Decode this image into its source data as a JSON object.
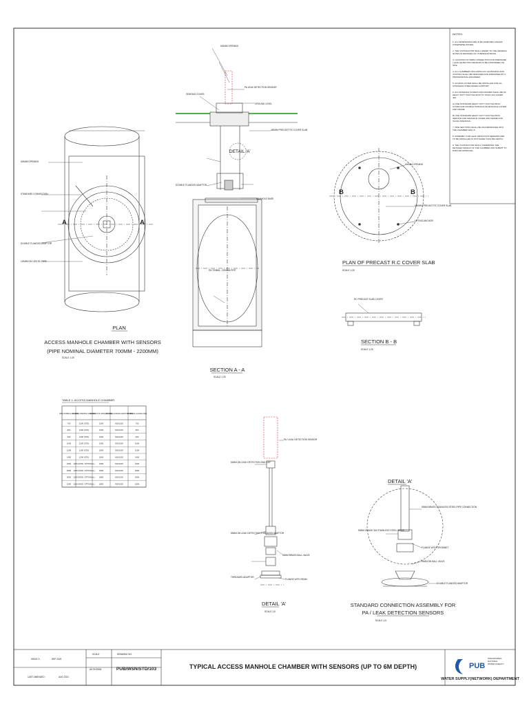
{
  "plan": {
    "title": "PLAN",
    "subtitle": "ACCESS MANHOLE CHAMBER WITH SENSORS",
    "subtitle2": "(PIPE NOMINAL DIAMETER 700MM - 2200MM)",
    "scale": "SCALE 1:25",
    "callouts": [
      "600MM OPENING",
      "STANDARD CONNECTION",
      "DOUBLE FLANGED ADAPTOR",
      "100MM DN 1200 RC PIPE"
    ],
    "section_mark": "A"
  },
  "section_aa": {
    "title": "SECTION A - A",
    "scale": "SCALE 1:25",
    "detail_ref": "DETAIL 'A'",
    "callouts": [
      "600MM OPENING",
      "GROUND LEVEL",
      "GRATING COVER",
      "PA LEAK DETECTION SENSOR",
      "450MM PRECAST RC COVER SLAB",
      "DOUBLE FLANGED ADAPTOR",
      "MANHOLE BASE"
    ],
    "pipe_dim": "DN 700MM - 2200MM PIPE"
  },
  "cover_slab": {
    "title": "PLAN OF PRECAST R.C COVER SLAB",
    "scale": "SCALE 1:25",
    "mark": "B",
    "callouts": [
      "600MM OPENING",
      "450MM PRECAST RC COVER SLAB",
      "LIFTING ANCHOR"
    ]
  },
  "section_bb": {
    "title": "SECTION B - B",
    "scale": "SCALE 1:25",
    "callout": "RC PRECAST SLAB COVER"
  },
  "table": {
    "title": "TABLE 1: ACCESS MANHOLE CHAMBER",
    "headers": [
      "PIPE NOMINAL DIA (MM)",
      "ACCESS OPENING SIZE (MM)",
      "PRECAST RC PIPE DIA (MM)",
      "DOUBLE FLANGED ADAPTOR (MM)",
      "INTERNAL FLANGE (MM)"
    ],
    "rows": [
      [
        "700",
        "1200 (STD)",
        "1500",
        "600/1200",
        "700"
      ],
      [
        "800",
        "1200 (STD)",
        "1500",
        "600/1200",
        "800"
      ],
      [
        "900",
        "1200 (STD)",
        "1500",
        "600/1200",
        "900"
      ],
      [
        "1000",
        "1200 (STD)",
        "1500",
        "600/1200",
        "1000"
      ],
      [
        "1200",
        "1200 (STD)",
        "1800",
        "600/1200",
        "1200"
      ],
      [
        "1400",
        "1200 (STD)",
        "1800",
        "600/1200",
        "1400"
      ],
      [
        "1600",
        "1200 (MOD. OPTIONAL)",
        "1800",
        "600/1200",
        "1600"
      ],
      [
        "1800",
        "1200 (MOD. OPTIONAL)",
        "1800",
        "600/1200",
        "1800"
      ],
      [
        "2000",
        "1200 (MOD. OPTIONAL)",
        "1800",
        "600/1200",
        "2000"
      ],
      [
        "2200",
        "1200 (MOD. OPTIONAL)",
        "1800",
        "600/1200",
        "2200"
      ]
    ]
  },
  "detail_a_left": {
    "title": "DETAIL 'A'",
    "scale": "SCALE 1:5",
    "callouts": [
      "PA / LEAK DETECTION SENSOR",
      "50MM DN LEAK DETECTION END CAP",
      "50MM DN LEAK DETECTION THREADED ADAPTOR",
      "50MM BRASS BALL VALVE",
      "THREADED ADAPTOR",
      "FLANGE WITH SEAM"
    ]
  },
  "detail_a_right": {
    "label": "DETAIL 'A'",
    "title": "STANDARD CONNECTION ASSEMBLY FOR",
    "title2": "PA / LEAK DETECTION SENSORS",
    "scale": "SCALE 1:5",
    "callouts": [
      "50MM BRASS STAINLESS STEEL PIPE CONNECTION",
      "50MM GRADE 316 STAINLESS STEEL VALVE",
      "FLANGE WITH GROMMET",
      "50MM DN BALL VALVE",
      "DOUBLE FLANGED ADAPTOR"
    ]
  },
  "notes": {
    "heading": "NOTES:",
    "items": [
      "1. ALL DIMENSIONS ARE IN MILLIMETRES UNLESS OTHERWISE STATED.",
      "2. THE CONTRACTOR SHALL REFER TO THE GENERAL NOTES IN DRAWING NO. PUB/WSN/STD/001.",
      "3. LOCATION OF 50MM CONNECTION FOR PRESSURE / LEAK DETECTION SENSOR TO BE CONFIRMED ON SITE.",
      "4. ALL CHAMBERS INCLUDING RC HAUNCHING AND COATING SHALL BE DESIGNED AND ENDORSED BY A PROFESSIONAL ENGINEER.",
      "5. ACCESS COVER SHALL BE INSTALLED FOR ALL STAINLESS STEEL BASED SUPPORT.",
      "6. ALL MANHOLE COVERS AND FRAMES SHALL BE OF HEAVY DUTY DUCTILE IRON TO SS EN 124 UNDER 400.",
      "A) USE STANDARD HEAVY DUTY DUCTILE IRON COVER AND DOUBLE TRIANGULAR MANHOLE COVER AND FRAME.",
      "B) USE STANDARD HEAVY DUTY DUCTILE IRON SERVICE AND MANHOLE COVER AND FRAME FOR VALVE OPENINGS.",
      "7. PIPE SECTIONS SHALL BE INCORPORATED INTO THE CHAMBER WALLS.",
      "8. ASSEMBLY FOR LEAK DETECTION SENSORS ARE TO BE INSTALLED AT NOT MORE THAN 500 DEPTH.",
      "9. THE CONTRACTOR SHALL UNDERTAKE THE DETAILED DESIGN OF THE CHAMBER AND SUBMIT TO PUB FOR APPROVAL."
    ]
  },
  "titleblock": {
    "issue_label": "ISSUE 3 :",
    "issue_value": "SEP 2020",
    "last_amended_label": "LAST AMENDED :",
    "last_amended_value": "AUG 2021",
    "scale_label": "SCALE",
    "drawing_no_label": "DRAWING NO.",
    "as_shown": "AS SHOWN",
    "drawing_no": "PUB/WSN/STD/103",
    "title": "TYPICAL ACCESS MANHOLE CHAMBER WITH SENSORS (UP TO 6M DEPTH)",
    "logo": "PUB",
    "logo_sub1": "SINGAPORE'S",
    "logo_sub2": "NATIONAL",
    "logo_sub3": "WATER AGENCY",
    "department": "WATER SUPPLY(NETWORK) DEPARTMENT"
  },
  "colors": {
    "line": "#2a2a2a",
    "accent_red": "#d9232e",
    "ground_green": "#4caf50",
    "logo_blue": "#1f5aa6"
  }
}
